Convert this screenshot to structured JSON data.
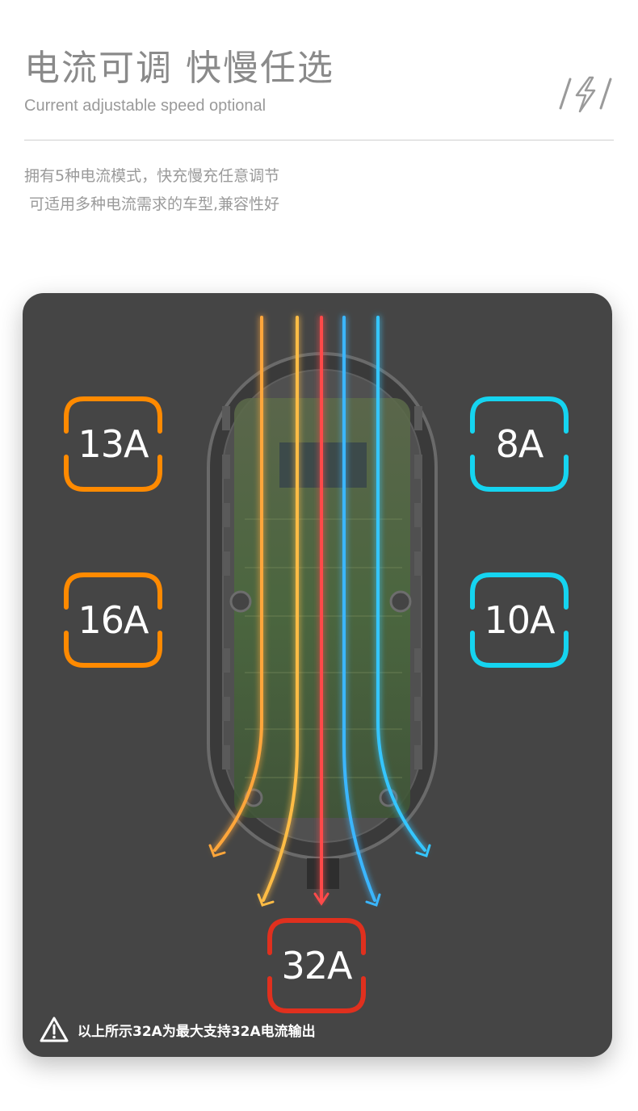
{
  "header": {
    "title": "电流可调  快慢任选",
    "subtitle": "Current adjustable speed optional"
  },
  "description": {
    "line1": "拥有5种电流模式，快充慢充任意调节",
    "line2": "可适用多种电流需求的车型,兼容性好"
  },
  "badges": {
    "left_top": "13A",
    "left_bottom": "16A",
    "right_top": "8A",
    "right_bottom": "10A",
    "bottom": "32A"
  },
  "colors": {
    "orange": "#ff8a00",
    "cyan": "#15d4f0",
    "red": "#e0301e",
    "panel": "#454545"
  },
  "note": {
    "icon": "warning-icon",
    "text": "以上所示32A为最大支持32A电流输出"
  }
}
